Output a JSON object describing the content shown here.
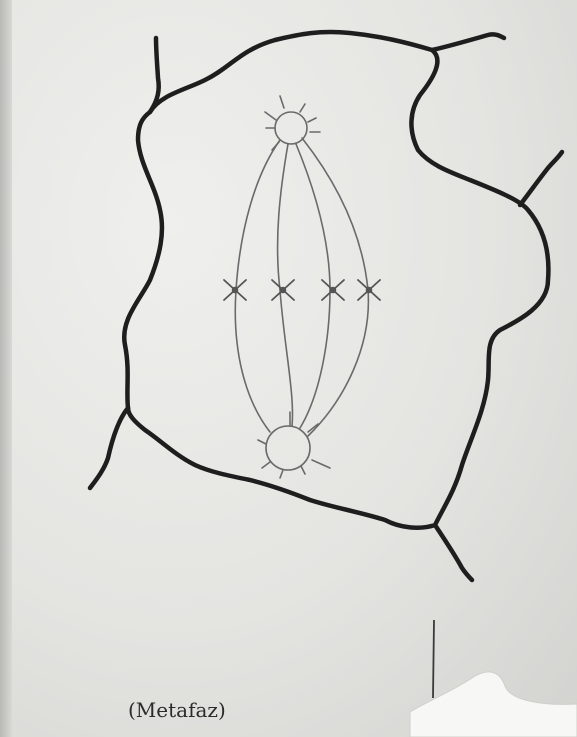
{
  "diagram": {
    "caption": "(Metafaz)",
    "colors": {
      "paper": "#e9e9e6",
      "cell_outline": "#1e1e1e",
      "pencil": "#6a6a6a",
      "chromosome": "#555555"
    },
    "elements": [
      "cell-membrane",
      "neighbor-cell-walls",
      "top-centrosome",
      "bottom-centrosome",
      "spindle-fibers",
      "chromosomes-on-metaphase-plate"
    ]
  }
}
